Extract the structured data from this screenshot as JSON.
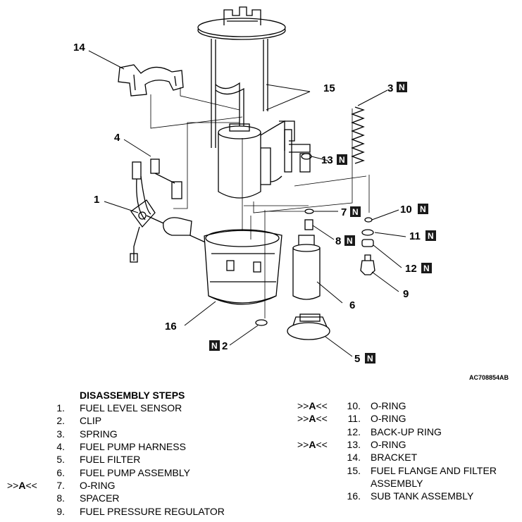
{
  "figure_code": "AC708854AB",
  "steps_title": "DISASSEMBLY STEPS",
  "n_badge": "N",
  "callouts": [
    "1",
    "2",
    "3",
    "4",
    "5",
    "6",
    "7",
    "8",
    "9",
    "10",
    "11",
    "12",
    "13",
    "14",
    "15",
    "16"
  ],
  "steps_left": [
    {
      "num": "1.",
      "name": "FUEL LEVEL SENSOR",
      "mark_pre": "",
      "mark_letter": "",
      "mark_post": ""
    },
    {
      "num": "2.",
      "name": "CLIP",
      "mark_pre": "",
      "mark_letter": "",
      "mark_post": ""
    },
    {
      "num": "3.",
      "name": "SPRING",
      "mark_pre": "",
      "mark_letter": "",
      "mark_post": ""
    },
    {
      "num": "4.",
      "name": "FUEL PUMP HARNESS",
      "mark_pre": "",
      "mark_letter": "",
      "mark_post": ""
    },
    {
      "num": "5.",
      "name": "FUEL FILTER",
      "mark_pre": "",
      "mark_letter": "",
      "mark_post": ""
    },
    {
      "num": "6.",
      "name": "FUEL PUMP ASSEMBLY",
      "mark_pre": "",
      "mark_letter": "",
      "mark_post": ""
    },
    {
      "num": "7.",
      "name": "O-RING",
      "mark_pre": ">>",
      "mark_letter": "A",
      "mark_post": "<<"
    },
    {
      "num": "8.",
      "name": "SPACER",
      "mark_pre": "",
      "mark_letter": "",
      "mark_post": ""
    },
    {
      "num": "9.",
      "name": "FUEL PRESSURE REGULATOR",
      "mark_pre": "",
      "mark_letter": "",
      "mark_post": ""
    }
  ],
  "steps_right": [
    {
      "num": "10.",
      "name": "O-RING",
      "mark_pre": ">>",
      "mark_letter": "A",
      "mark_post": "<<"
    },
    {
      "num": "11.",
      "name": "O-RING",
      "mark_pre": ">>",
      "mark_letter": "A",
      "mark_post": "<<"
    },
    {
      "num": "12.",
      "name": "BACK-UP RING",
      "mark_pre": "",
      "mark_letter": "",
      "mark_post": ""
    },
    {
      "num": "13.",
      "name": "O-RING",
      "mark_pre": ">>",
      "mark_letter": "A",
      "mark_post": "<<"
    },
    {
      "num": "14.",
      "name": "BRACKET",
      "mark_pre": "",
      "mark_letter": "",
      "mark_post": ""
    },
    {
      "num": "15.",
      "name": "FUEL FLANGE AND FILTER",
      "name2": "ASSEMBLY",
      "mark_pre": "",
      "mark_letter": "",
      "mark_post": ""
    },
    {
      "num": "16.",
      "name": "SUB TANK ASSEMBLY",
      "mark_pre": "",
      "mark_letter": "",
      "mark_post": ""
    }
  ]
}
